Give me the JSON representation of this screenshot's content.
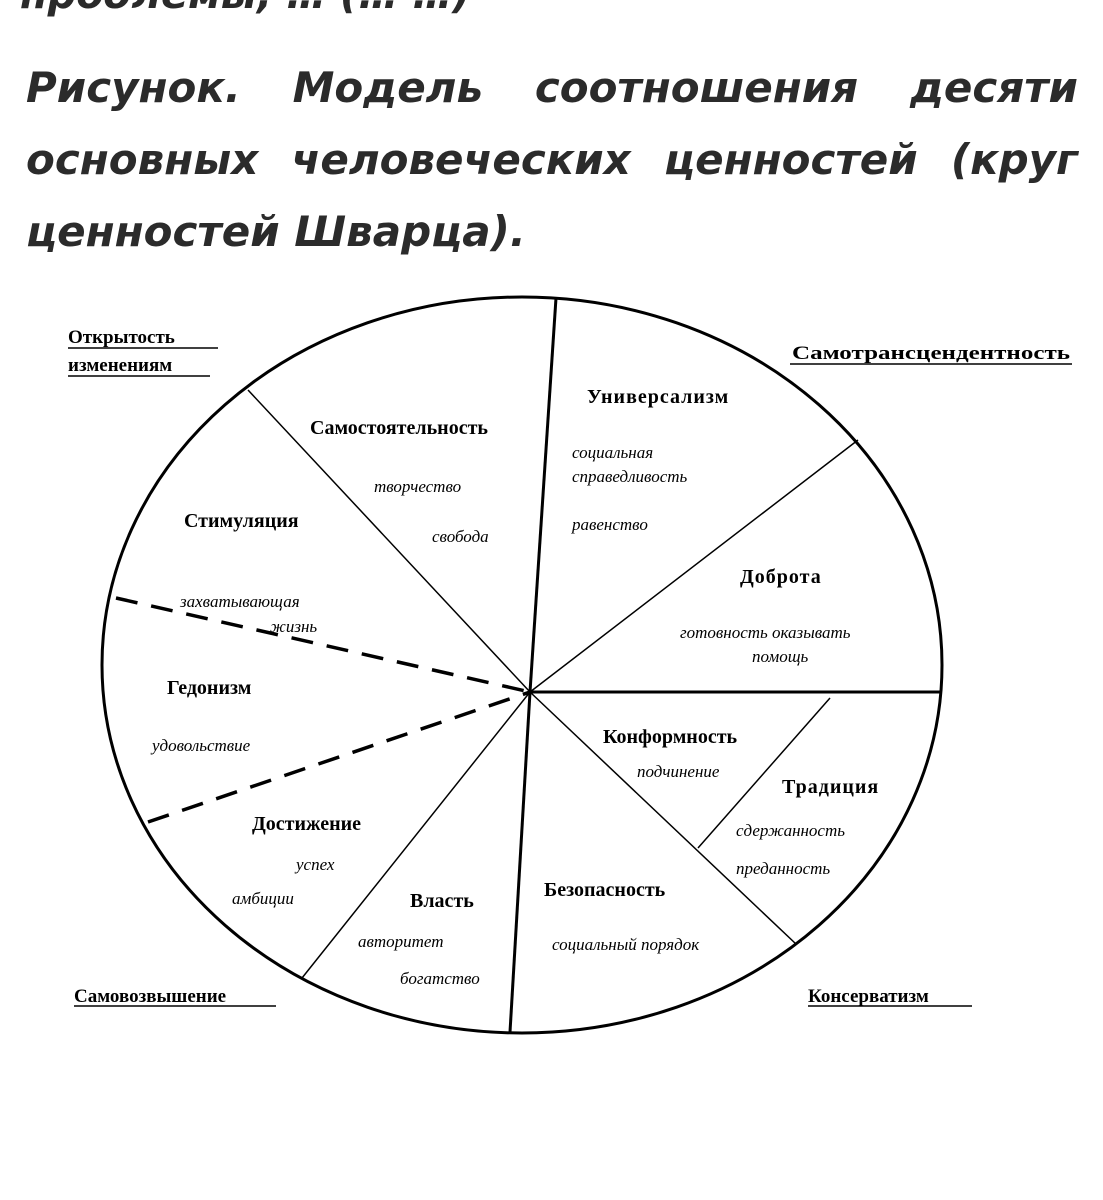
{
  "page": {
    "cut_text": "проблемы, … (… …)",
    "caption": "Рисунок. Модель соотношения десяти основных человеческих ценностей (круг ценностей Шварца)."
  },
  "diagram": {
    "corners": {
      "top_left_line1": "Открытость",
      "top_left_line2": "изменениям",
      "top_right": "Самотрансцендентность",
      "bottom_left": "Самовозвышение",
      "bottom_right": "Консерватизм"
    },
    "values": {
      "self_direction": {
        "name": "Самостоятельность",
        "notes": [
          "творчество",
          "свобода"
        ]
      },
      "universalism": {
        "name": "Универсализм",
        "notes": [
          "социальная",
          "справедливость",
          "равенство"
        ]
      },
      "benevolence": {
        "name": "Доброта",
        "notes": [
          "готовность оказывать",
          "помощь"
        ]
      },
      "stimulation": {
        "name": "Стимуляция",
        "notes": [
          "захватывающая",
          "жизнь"
        ]
      },
      "hedonism": {
        "name": "Гедонизм",
        "notes": [
          "удовольствие"
        ]
      },
      "achievement": {
        "name": "Достижение",
        "notes": [
          "успех",
          "амбиции"
        ]
      },
      "power": {
        "name": "Власть",
        "notes": [
          "авторитет",
          "богатство"
        ]
      },
      "security": {
        "name": "Безопасность",
        "notes": [
          "социальный порядок"
        ]
      },
      "conformity": {
        "name": "Конформность",
        "notes": [
          "подчинение"
        ]
      },
      "tradition": {
        "name": "Традиция",
        "notes": [
          "сдержанность",
          "преданность"
        ]
      }
    }
  }
}
